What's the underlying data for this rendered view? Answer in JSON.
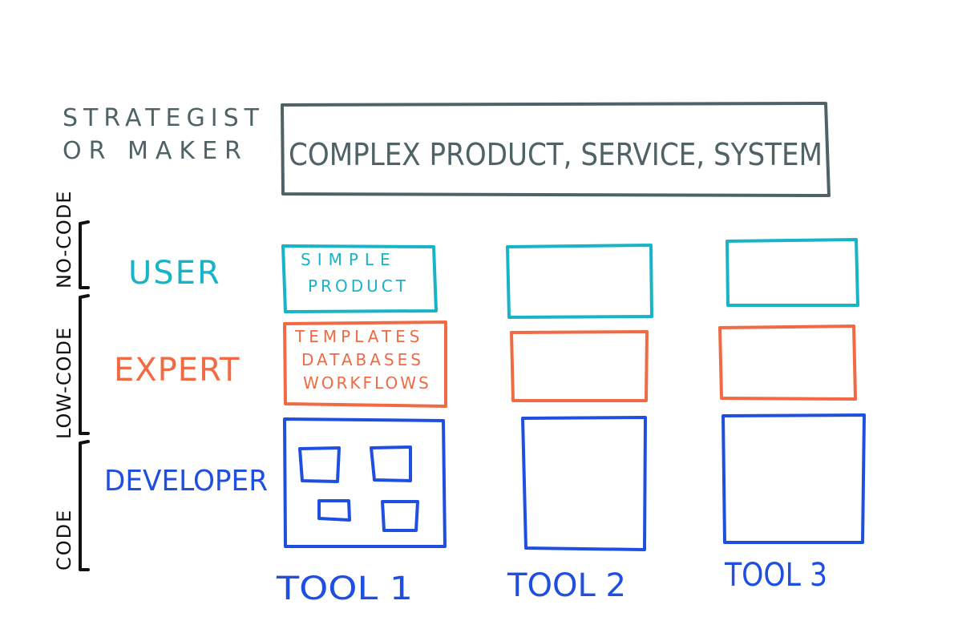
{
  "roles": {
    "strategist_line1": "STRATEGIST",
    "strategist_line2": "OR MAKER",
    "user": "USER",
    "expert": "EXPERT",
    "developer": "DEVELOPER"
  },
  "top_box": {
    "label": "COMPLEX PRODUCT, SERVICE, SYSTEM"
  },
  "brackets": {
    "no_code": "NO-CODE",
    "low_code": "LOW-CODE",
    "code": "CODE"
  },
  "tool1": {
    "user_box_line1": "SIMPLE",
    "user_box_line2": "PRODUCT",
    "expert_box_line1": "TEMPLATES",
    "expert_box_line2": "DATABASES",
    "expert_box_line3": "WORKFLOWS"
  },
  "tools": {
    "tool1_label": "TOOL 1",
    "tool2_label": "TOOL 2",
    "tool3_label": "TOOL 3"
  },
  "colors": {
    "strategist": "#4f6366",
    "user": "#17b3c6",
    "expert": "#f06a44",
    "developer": "#1f4fe0",
    "bracket": "#111111"
  }
}
